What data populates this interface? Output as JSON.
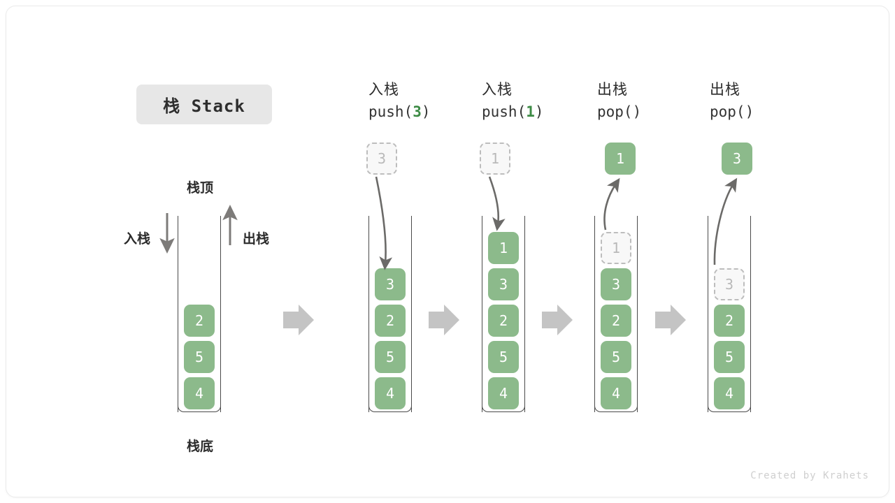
{
  "title_badge": {
    "text": "栈 Stack"
  },
  "labels": {
    "top": "栈顶",
    "bottom": "栈底",
    "push_side": "入栈",
    "pop_side": "出栈"
  },
  "footer": {
    "credit": "Created by Krahets"
  },
  "colors": {
    "cell_fill": "#8cba8b",
    "cell_text": "#ffffff",
    "ghost_fill": "#f8f8f8",
    "ghost_border": "#bdbdbd",
    "ghost_text": "#b9b9b9",
    "accent_code": "#3d8b45",
    "arrow_gray": "#c4c4c4",
    "wall": "#4a4a4a",
    "badge_bg": "#e7e7e7"
  },
  "step_arrow_icon": "right-block-arrow",
  "columns": [
    {
      "id": "initial",
      "header_cn": "",
      "header_code": "",
      "header_code_arg": "",
      "float_cell": null,
      "cells": [
        {
          "value": "2",
          "state": "solid"
        },
        {
          "value": "5",
          "state": "solid"
        },
        {
          "value": "4",
          "state": "solid"
        }
      ]
    },
    {
      "id": "push-3",
      "header_cn": "入栈",
      "header_code_pre": "push(",
      "header_code_arg": "3",
      "header_code_post": ")",
      "float_cell": {
        "value": "3",
        "state": "ghost"
      },
      "cells": [
        {
          "value": "3",
          "state": "solid"
        },
        {
          "value": "2",
          "state": "solid"
        },
        {
          "value": "5",
          "state": "solid"
        },
        {
          "value": "4",
          "state": "solid"
        }
      ]
    },
    {
      "id": "push-1",
      "header_cn": "入栈",
      "header_code_pre": "push(",
      "header_code_arg": "1",
      "header_code_post": ")",
      "float_cell": {
        "value": "1",
        "state": "ghost"
      },
      "cells": [
        {
          "value": "1",
          "state": "solid"
        },
        {
          "value": "3",
          "state": "solid"
        },
        {
          "value": "2",
          "state": "solid"
        },
        {
          "value": "5",
          "state": "solid"
        },
        {
          "value": "4",
          "state": "solid"
        }
      ]
    },
    {
      "id": "pop-1",
      "header_cn": "出栈",
      "header_code_pre": "pop(",
      "header_code_arg": "",
      "header_code_post": ")",
      "float_cell": {
        "value": "1",
        "state": "solid"
      },
      "cells": [
        {
          "value": "1",
          "state": "ghost"
        },
        {
          "value": "3",
          "state": "solid"
        },
        {
          "value": "2",
          "state": "solid"
        },
        {
          "value": "5",
          "state": "solid"
        },
        {
          "value": "4",
          "state": "solid"
        }
      ]
    },
    {
      "id": "pop-3",
      "header_cn": "出栈",
      "header_code_pre": "pop(",
      "header_code_arg": "",
      "header_code_post": ")",
      "float_cell": {
        "value": "3",
        "state": "solid"
      },
      "cells": [
        {
          "value": "3",
          "state": "ghost"
        },
        {
          "value": "2",
          "state": "solid"
        },
        {
          "value": "5",
          "state": "solid"
        },
        {
          "value": "4",
          "state": "solid"
        }
      ]
    }
  ]
}
